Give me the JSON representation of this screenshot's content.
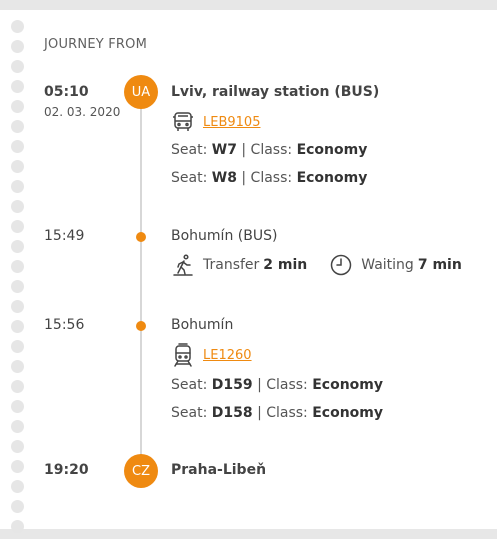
{
  "heading": "JOURNEY FROM",
  "stops": [
    {
      "time": "05:10",
      "date": "02. 03. 2020",
      "badge": "UA",
      "place": "Lviv, railway station (BUS)",
      "vehicle_icon": "bus-icon",
      "link": "LEB9105",
      "seats": [
        {
          "label": "Seat:",
          "seat": "W7",
          "class_label": "| Class:",
          "class": "Economy"
        },
        {
          "label": "Seat:",
          "seat": "W8",
          "class_label": "| Class:",
          "class": "Economy"
        }
      ]
    },
    {
      "time": "15:49",
      "place": "Bohumín (BUS)",
      "transfer": {
        "label": "Transfer",
        "value": "2 min",
        "icon": "walking-person-icon"
      },
      "waiting": {
        "label": "Waiting",
        "value": "7 min",
        "icon": "clock-icon"
      }
    },
    {
      "time": "15:56",
      "place": "Bohumín",
      "vehicle_icon": "train-icon",
      "link": "LE1260",
      "seats": [
        {
          "label": "Seat:",
          "seat": "D159",
          "class_label": "| Class:",
          "class": "Economy"
        },
        {
          "label": "Seat:",
          "seat": "D158",
          "class_label": "| Class:",
          "class": "Economy"
        }
      ]
    },
    {
      "time": "19:20",
      "badge": "CZ",
      "place": "Praha-Libeň"
    }
  ],
  "colors": {
    "accent": "#ef8a11",
    "line": "#d7d7d7",
    "background": "#e7e7e7"
  }
}
